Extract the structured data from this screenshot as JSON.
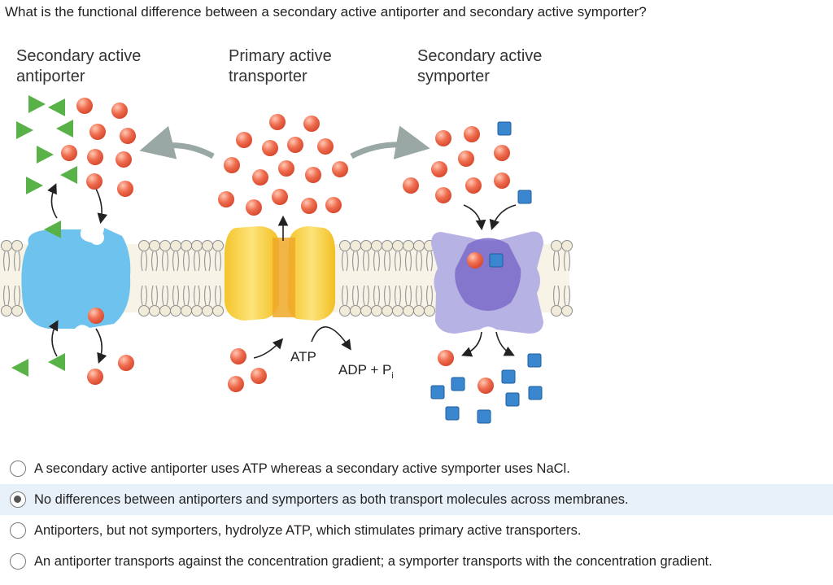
{
  "question": {
    "text": "What is the functional difference between a secondary active antiporter and secondary active symporter?"
  },
  "diagram": {
    "labels": {
      "antiporter_line1": "Secondary active",
      "antiporter_line2": "antiporter",
      "primary_line1": "Primary active",
      "primary_line2": "transporter",
      "symporter_line1": "Secondary active",
      "symporter_line2": "symporter",
      "atp": "ATP",
      "adp": "ADP + P",
      "adp_sub": "i"
    },
    "colors": {
      "sodium_ion": "#ee6b4d",
      "antiporter_cargo": "#58b247",
      "symporter_cargo": "#3a86cf",
      "antiporter_protein": "#6ec3ee",
      "primary_protein": "#f6cf3a",
      "symporter_protein": "#b7b2e4",
      "membrane_head": "#f1ebd9"
    }
  },
  "options": [
    {
      "text": "A secondary active antiporter uses ATP whereas a secondary active symporter uses NaCl.",
      "selected": false
    },
    {
      "text": "No differences between antiporters and symporters as both transport molecules across membranes.",
      "selected": true
    },
    {
      "text": "Antiporters, but not symporters, hydrolyze ATP, which stimulates primary active transporters.",
      "selected": false
    },
    {
      "text": "An antiporter transports against the concentration gradient; a symporter transports with the concentration gradient.",
      "selected": false
    }
  ]
}
